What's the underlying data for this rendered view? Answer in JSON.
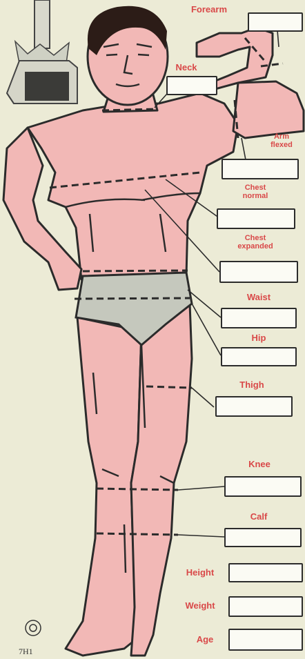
{
  "labels": {
    "forearm": "Forearm",
    "neck": "Neck",
    "arm_flexed": [
      "Arm",
      "flexed"
    ],
    "chest_normal": [
      "Chest",
      "normal"
    ],
    "chest_expanded": [
      "Chest",
      "expanded"
    ],
    "waist": "Waist",
    "hip": "Hip",
    "thigh": "Thigh",
    "knee": "Knee",
    "calf": "Calf",
    "height": "Height",
    "weight": "Weight",
    "age": "Age"
  },
  "caption": "7H1",
  "colors": {
    "background": "#ecebd6",
    "skin": "#f2b8b6",
    "trunks": "#c5c8bd",
    "label": "#d94848",
    "outline": "#2b2b2b"
  }
}
